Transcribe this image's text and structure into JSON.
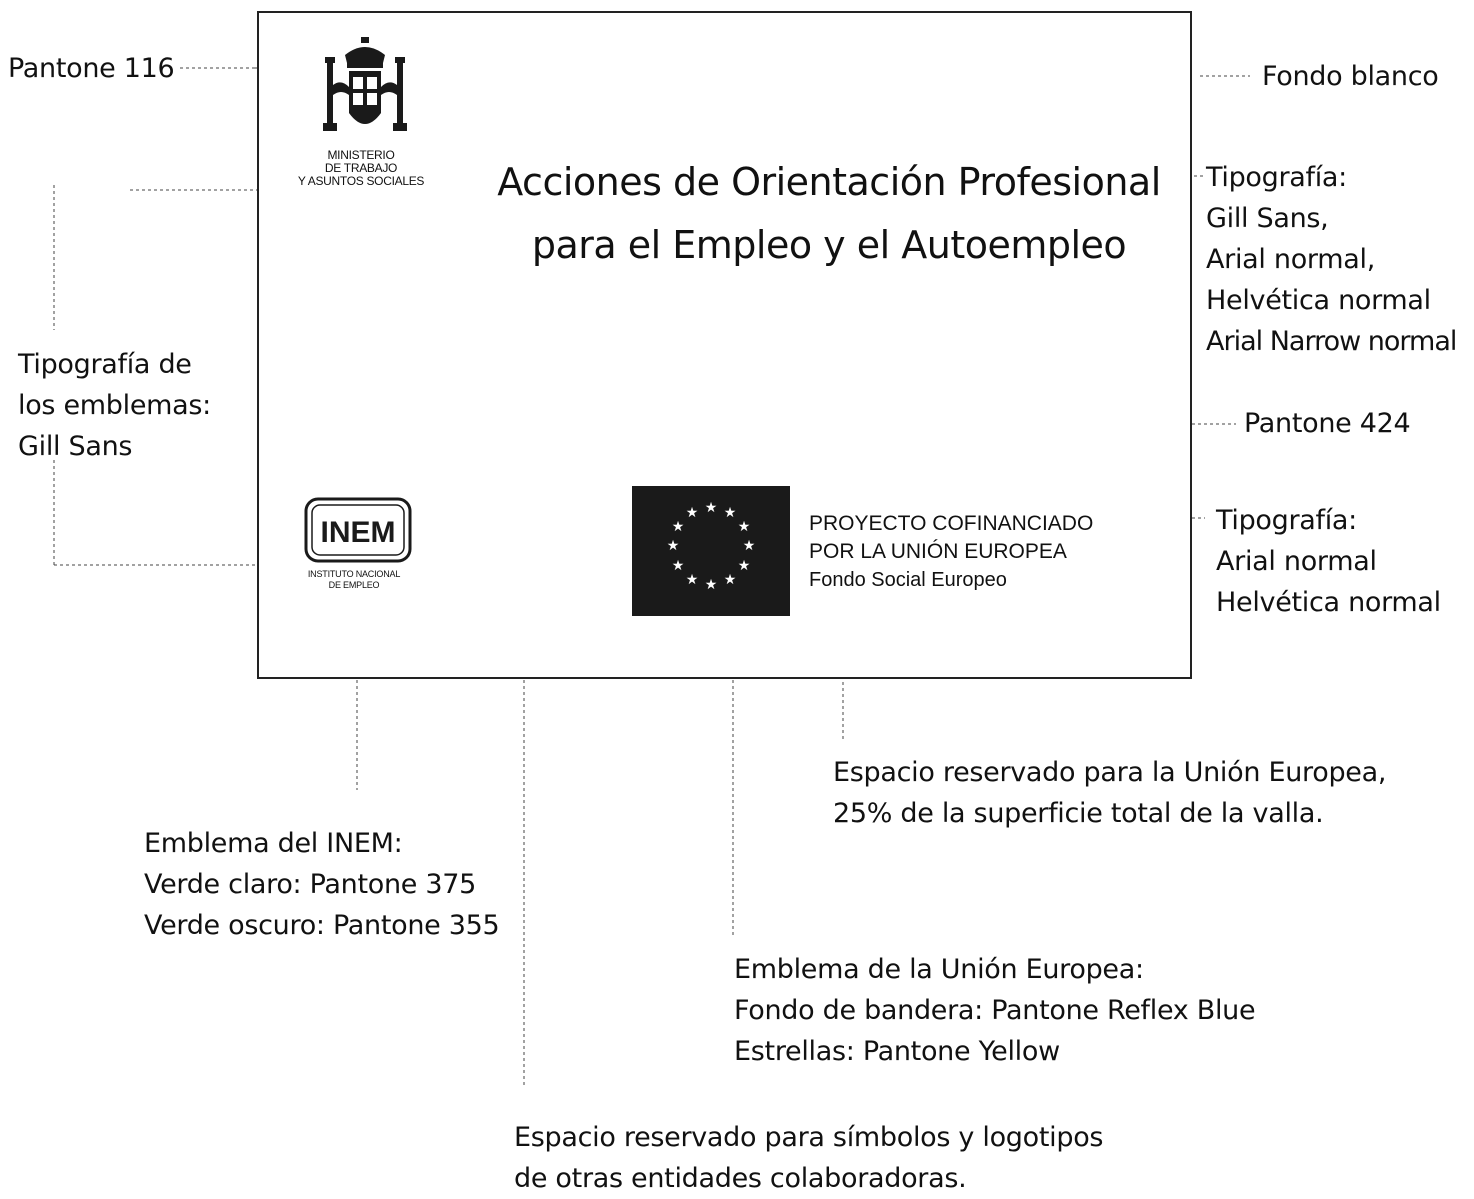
{
  "board": {
    "headline_line1": "Acciones de Orientación Profesional",
    "headline_line2": "para el Empleo y el Autoempleo",
    "ministry_lines": [
      "MINISTERIO",
      "DE TRABAJO",
      "Y ASUNTOS SOCIALES"
    ],
    "inem_logo_text": "INEM",
    "inem_lines": [
      "INSTITUTO NACIONAL",
      "DE EMPLEO"
    ],
    "eu_lines": [
      "PROYECTO COFINANCIADO",
      "POR LA UNIÓN EUROPEA",
      "Fondo Social Europeo"
    ]
  },
  "annotations": {
    "pantone_116": "Pantone 116",
    "fondo_blanco": "Fondo blanco",
    "tipografia_main": [
      "Tipografía:",
      "Gill Sans,",
      "Arial normal,",
      "Helvética normal",
      "Arial Narrow normal"
    ],
    "tipografia_emblemas": [
      "Tipografía de",
      "los emblemas:",
      "Gill Sans"
    ],
    "pantone_424": "Pantone 424",
    "tipografia_eu": [
      "Tipografía:",
      "Arial normal",
      "Helvética normal"
    ],
    "espacio_ue": [
      "Espacio reservado para la Unión Europea,",
      "25% de la superficie total de la valla."
    ],
    "emblema_inem": [
      "Emblema del INEM:",
      "Verde claro: Pantone 375",
      "Verde oscuro: Pantone 355"
    ],
    "emblema_ue": [
      "Emblema de la Unión Europea:",
      "Fondo de bandera: Pantone Reflex Blue",
      "Estrellas: Pantone Yellow"
    ],
    "espacio_otros": [
      "Espacio reservado para símbolos y logotipos",
      "de otras entidades colaboradoras."
    ]
  }
}
